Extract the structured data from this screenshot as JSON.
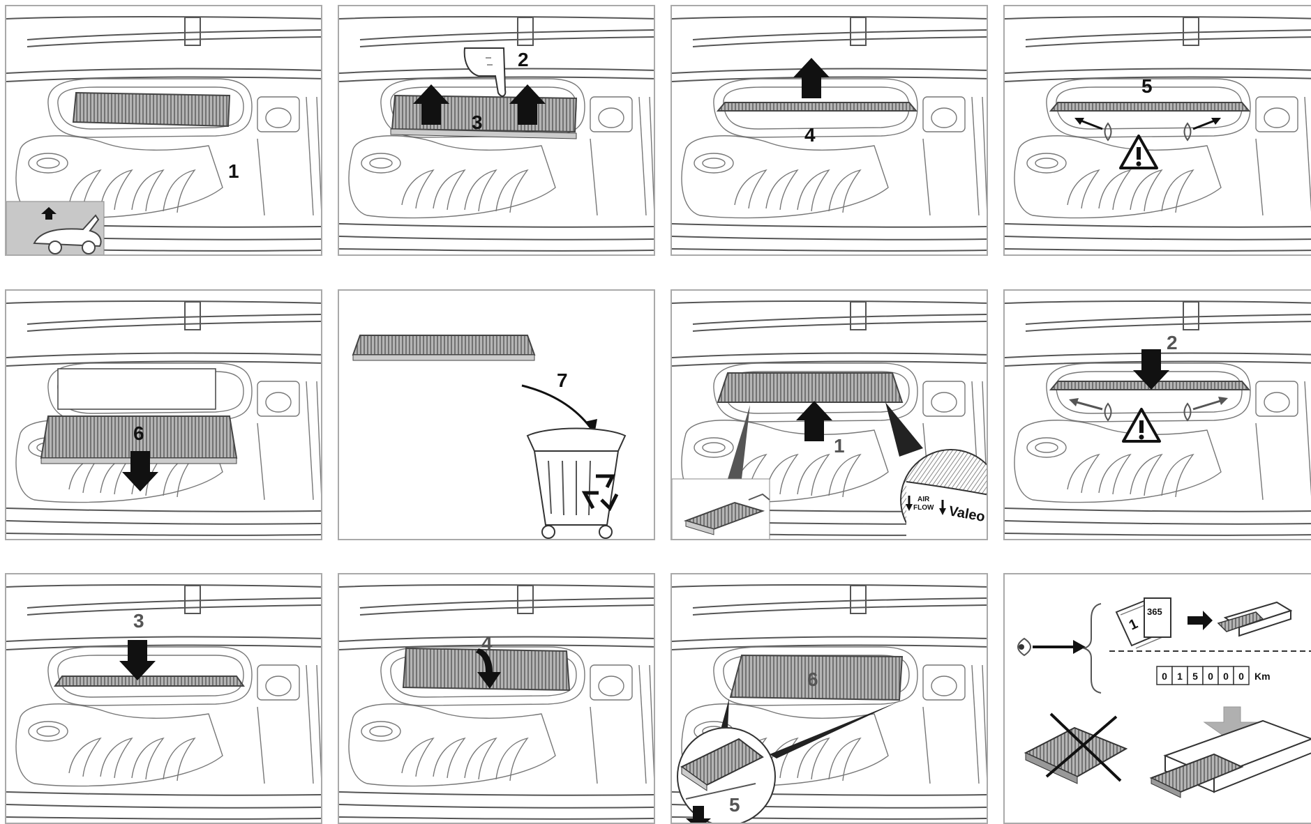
{
  "panels": [
    {
      "id": "p1",
      "labels": [
        "1"
      ]
    },
    {
      "id": "p2",
      "labels": [
        "2",
        "3"
      ]
    },
    {
      "id": "p3",
      "labels": [
        "4"
      ]
    },
    {
      "id": "p4",
      "labels": [
        "5"
      ]
    },
    {
      "id": "p5",
      "labels": [
        "6"
      ]
    },
    {
      "id": "p6",
      "labels": [
        "7"
      ]
    },
    {
      "id": "p7",
      "labels": [
        "1"
      ],
      "zoom": {
        "air": "AIR",
        "flow": "FLOW",
        "brand": "Valeo"
      }
    },
    {
      "id": "p8",
      "labels": [
        "2"
      ]
    },
    {
      "id": "p9",
      "labels": [
        "3"
      ]
    },
    {
      "id": "p10",
      "labels": [
        "4"
      ]
    },
    {
      "id": "p11",
      "labels": [
        "6",
        "5"
      ]
    },
    {
      "id": "p12",
      "calendar": {
        "first": "1",
        "last": "365"
      },
      "odometer": {
        "digits": [
          "0",
          "1",
          "5",
          "0",
          "0",
          "0"
        ],
        "unit": "Km"
      }
    }
  ],
  "colors": {
    "line": "#555555",
    "arrow": "#111111",
    "filter": "#8a8a8a",
    "frame": "#a9a9a9"
  },
  "icons": [
    "hood-open-icon",
    "finger-press-icon",
    "warning-icon",
    "recycle-bin-icon",
    "eye-icon",
    "calendar-icon",
    "odometer-icon",
    "filter-box-icon",
    "crossed-filter-icon"
  ]
}
